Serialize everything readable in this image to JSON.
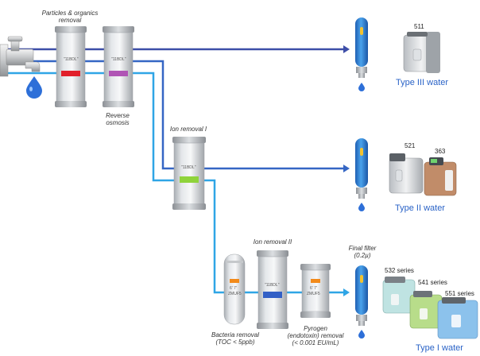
{
  "labels": {
    "particles": [
      "Particles & organics",
      "removal"
    ],
    "reverse_osmosis": [
      "Reverse",
      "osmosis"
    ],
    "ion_removal_1": "Ion removal I",
    "ion_removal_2": "Ion removal II",
    "bacteria": [
      "Bacteria removal",
      "(TOC < 5ppb)"
    ],
    "pyrogen": [
      "Pyrogen",
      "(endotoxin) removal",
      "(< 0.001 EU/mL)"
    ],
    "final_filter": [
      "Final filter",
      "(0.2µ)"
    ]
  },
  "cartridge_text": {
    "c1": "\"11BDL\"",
    "c2": "\"11BDL\"",
    "c3": "\"11BDL\"",
    "c5": "\"11BDL\"",
    "bact": [
      "6' 7'",
      "ZMUF5"
    ],
    "pyro": [
      "6' 7'",
      "ZMUF5"
    ]
  },
  "outputs": [
    {
      "type_label": "Type III water",
      "models": [
        "511"
      ]
    },
    {
      "type_label": "Type II water",
      "models": [
        "521",
        "363"
      ]
    },
    {
      "type_label": "Type I water",
      "models": [
        "532 series",
        "541 series",
        "551 series"
      ]
    }
  ],
  "colors": {
    "pipe_dark": "#3d4ea8",
    "pipe_mid": "#3566c4",
    "pipe_light": "#2fa5e6",
    "filter_blue": "#2e7fd6",
    "accent_red": "#e11f2a",
    "accent_violet": "#b055b5",
    "accent_green": "#8fd33b",
    "accent_blue": "#3360c6",
    "accent_orange": "#f28a1a",
    "droplet": "#2d6fd8",
    "type_text": "#2a63c7"
  },
  "icons": [
    "faucet-icon",
    "droplet-icon",
    "final-filter-icon",
    "water-system-icon"
  ]
}
